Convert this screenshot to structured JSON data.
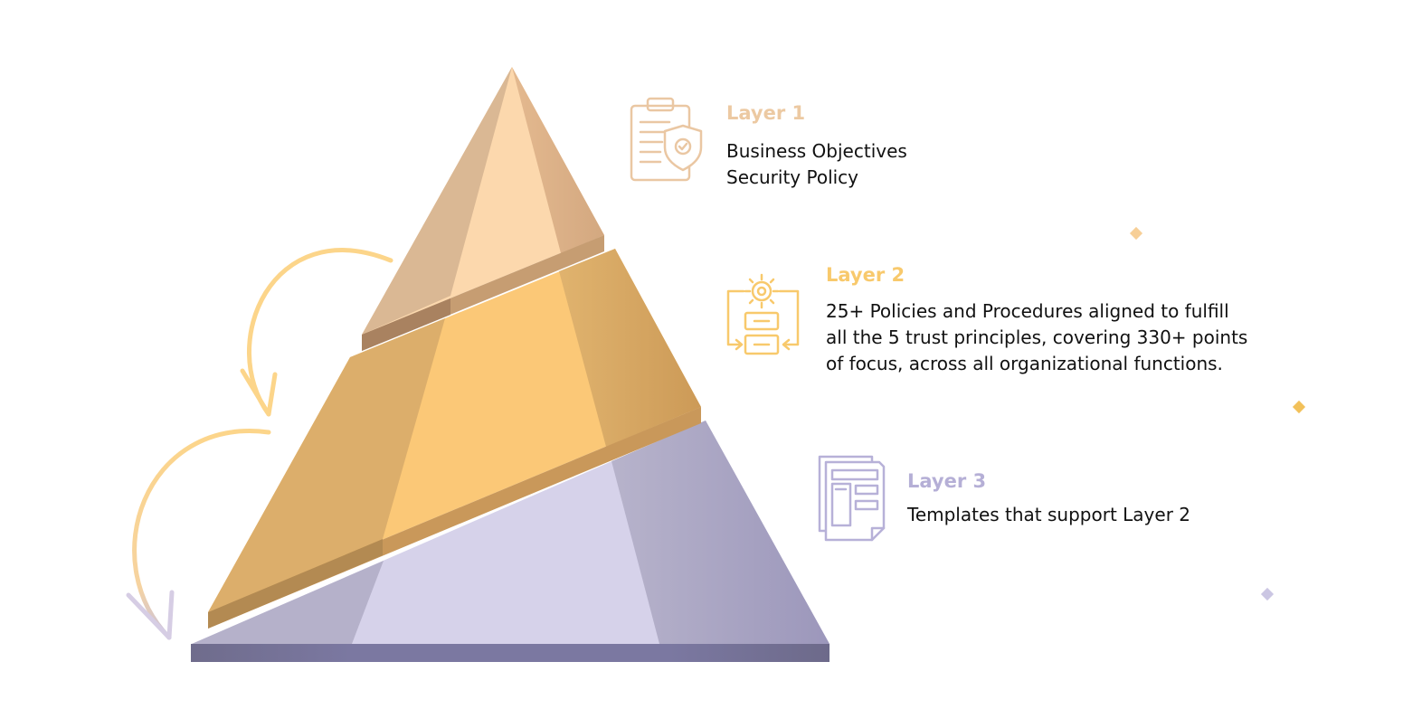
{
  "colors": {
    "layer1": "#e9c9a3",
    "layer2": "#f7c86c",
    "layer3": "#b1aad1",
    "arrow_warm": "#fcd58a",
    "arrow_cool": "#c8c2e0"
  },
  "layers": [
    {
      "title": "Layer 1",
      "lines": [
        "Business Objectives",
        "Security Policy"
      ],
      "icon": "clipboard-shield-icon"
    },
    {
      "title": "Layer 2",
      "lines": [
        "25+ Policies and Procedures aligned to fulfill",
        "all the 5 trust principles, covering 330+ points",
        "of focus, across all organizational functions."
      ],
      "icon": "gear-workflow-icon"
    },
    {
      "title": "Layer 3",
      "lines": [
        "Templates that support Layer 2"
      ],
      "icon": "document-template-icon"
    }
  ]
}
